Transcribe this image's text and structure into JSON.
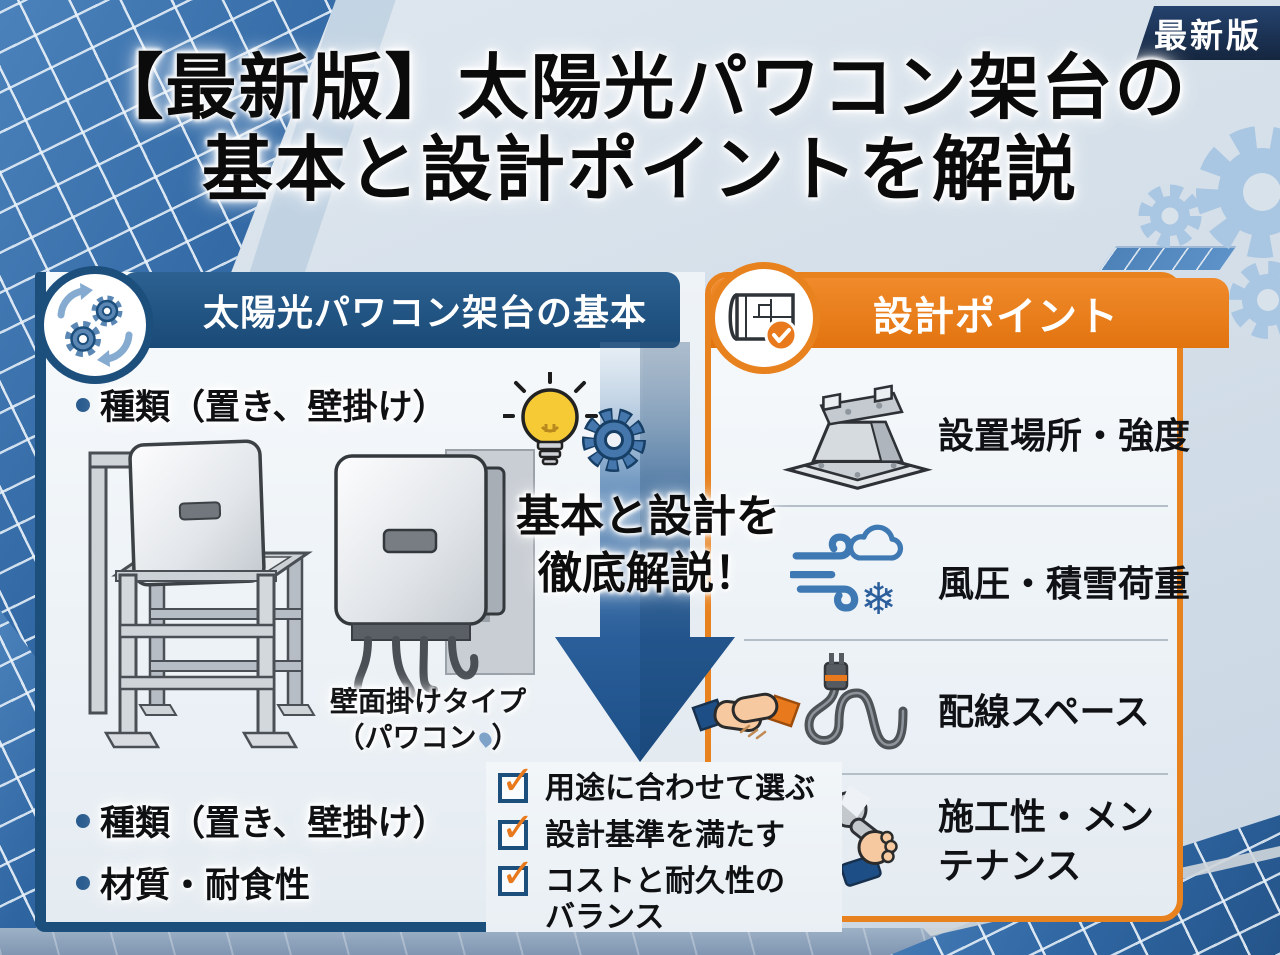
{
  "badge": {
    "label": "最新版"
  },
  "title": {
    "line1": "【最新版】太陽光パワコン架台の",
    "line2": "基本と設計ポイントを解説"
  },
  "left_panel": {
    "icon": "gears-cycle-icon",
    "header": "太陽光パワコン架台の基本",
    "bullet_top": "種類（置き、壁掛け）",
    "stand_illustration": "power-conditioner-on-stand-illustration",
    "wall_illustration": "wall-mounted-power-conditioner-illustration",
    "wall_caption_line1": "壁面掛けタイプ",
    "wall_caption_line2_open": "（パワコン",
    "wall_caption_line2_close": "）",
    "bullets_bottom": [
      {
        "label": "種類（置き、壁掛け）"
      },
      {
        "label": "材質・耐食性"
      }
    ]
  },
  "center": {
    "idea_icons": [
      "lightbulb-icon",
      "gear-icon"
    ],
    "headline_line1": "基本と設計を",
    "headline_line2": "徹底解説！",
    "arrow_icon": "big-down-arrow",
    "handshake_icon": "handshake-icon",
    "checklist": [
      {
        "icon": "checkbox-checked-icon",
        "label": "用途に合わせて選ぶ"
      },
      {
        "icon": "checkbox-checked-icon",
        "label": "設計基準を満たす"
      },
      {
        "icon": "checkbox-checked-icon",
        "label": "コストと耐久性のバランス"
      }
    ]
  },
  "right_panel": {
    "icon": "blueprint-check-icon",
    "header": "設計ポイント",
    "items": [
      {
        "icon": "mount-base-icon",
        "label": "設置場所・強度"
      },
      {
        "icon": "wind-snow-icon",
        "label": "風圧・積雪荷重"
      },
      {
        "icon": "plug-cable-icon",
        "label": "配線スペース"
      },
      {
        "icon": "wrench-hand-icon",
        "label": "施工性・メンテナンス"
      }
    ]
  },
  "colors": {
    "navy": "#1d4f7d",
    "badge_navy": "#1c3050",
    "orange": "#e8791c",
    "arrow_blue": "#2a5f9b",
    "light_gear_blue": "#a9c6e2",
    "panel_bg": "#f3f6f9",
    "solar_blue": "#336da9"
  }
}
